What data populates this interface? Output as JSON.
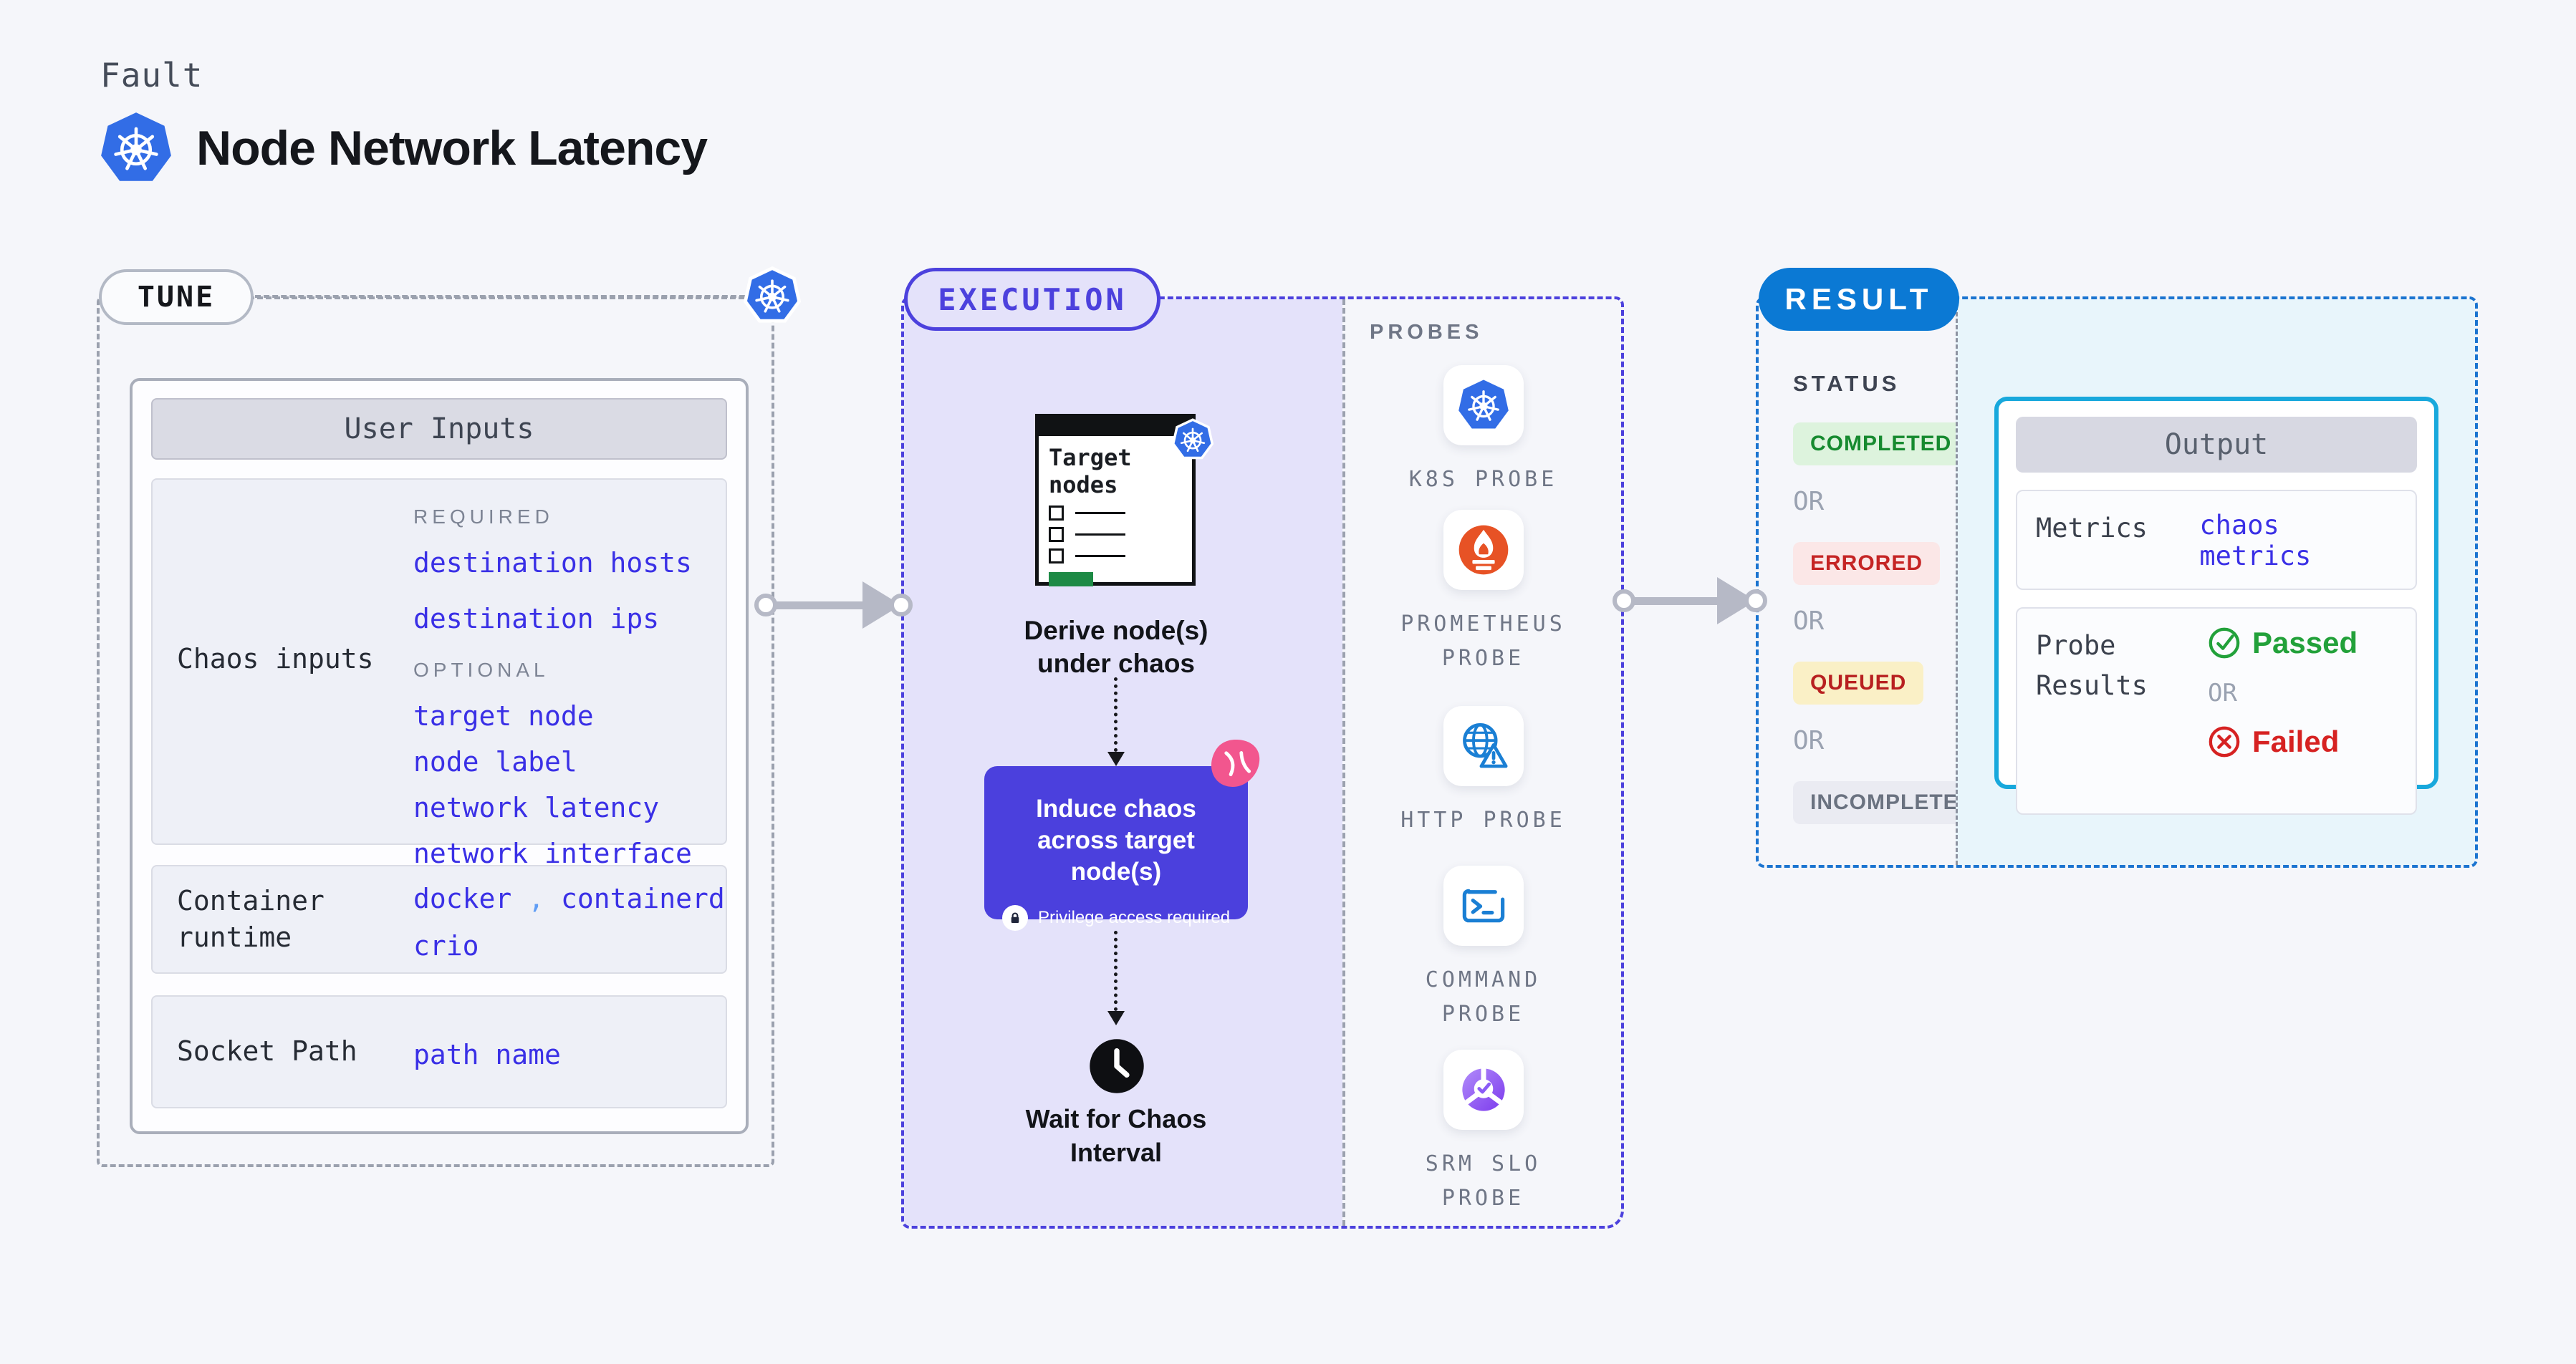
{
  "colors": {
    "page_bg": "#f5f6fa",
    "kubernetes_blue": "#326de6",
    "tune_border_gray": "#9ba1ae",
    "execution_indigo": "#4c41dd",
    "execution_fill": "#e4e2fa",
    "result_blue": "#0b79d4",
    "result_fill": "#e8f5fb",
    "output_border_cyan": "#18a8dc",
    "param_link_blue": "#3a30e6",
    "prometheus_orange": "#e75225",
    "litmus_pink": "#f2568e",
    "success_green": "#168a2f",
    "error_red": "#c52424",
    "passed_green": "#22a13a",
    "failed_red": "#d62222",
    "target_green_bar": "#1d8a45"
  },
  "header": {
    "eyebrow": "Fault",
    "title": "Node Network Latency"
  },
  "tune": {
    "badge": "TUNE",
    "user_inputs": {
      "header": "User Inputs",
      "chaos_inputs": {
        "label": "Chaos inputs",
        "required_heading": "REQUIRED",
        "required_items": [
          "destination hosts",
          "destination ips"
        ],
        "optional_heading": "OPTIONAL",
        "optional_items": [
          "target node",
          "node label",
          "network latency",
          "network interface"
        ]
      },
      "container_runtime": {
        "label": "Container runtime",
        "value_1": "docker",
        "separator": ",",
        "value_2": "containerd",
        "value_3": "crio"
      },
      "socket_path": {
        "label": "Socket Path",
        "value": "path name"
      }
    }
  },
  "execution": {
    "badge": "EXECUTION",
    "target_nodes_label": "Target nodes",
    "derive_label": "Derive node(s) under chaos",
    "induce_label": "Induce chaos across target node(s)",
    "privilege_label": "Privilege access required",
    "wait_label": "Wait for Chaos Interval",
    "probes": {
      "heading": "PROBES",
      "items": [
        {
          "label": "K8S PROBE",
          "icon": "kubernetes-icon"
        },
        {
          "label": "PROMETHEUS PROBE",
          "icon": "prometheus-icon"
        },
        {
          "label": "HTTP PROBE",
          "icon": "globe-warning-icon"
        },
        {
          "label": "COMMAND PROBE",
          "icon": "terminal-icon"
        },
        {
          "label": "SRM SLO PROBE",
          "icon": "donut-check-icon"
        }
      ]
    }
  },
  "result": {
    "badge": "RESULT",
    "status": {
      "heading": "STATUS",
      "or_label": "OR",
      "items": [
        {
          "label": "COMPLETED",
          "type": "success"
        },
        {
          "label": "ERRORED",
          "type": "error"
        },
        {
          "label": "QUEUED",
          "type": "warning"
        },
        {
          "label": "INCOMPLETED",
          "type": "neutral"
        }
      ]
    },
    "output": {
      "header": "Output",
      "metrics_label": "Metrics",
      "metrics_value": "chaos metrics",
      "probe_results_label": "Probe Results",
      "passed_label": "Passed",
      "or_label": "OR",
      "failed_label": "Failed"
    }
  }
}
